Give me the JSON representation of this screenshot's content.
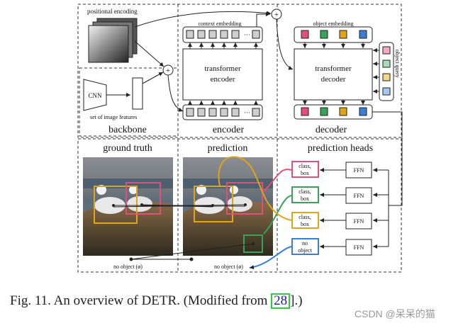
{
  "labels": {
    "positional_encoding": "positional encoding",
    "cnn": "CNN",
    "set_of_image_features": "set of image features",
    "backbone": "backbone",
    "context_embedding": "context embedding",
    "transformer_encoder_line1": "transformer",
    "transformer_encoder_line2": "encoder",
    "encoder": "encoder",
    "object_embedding": "object embedding",
    "transformer_decoder_line1": "transformer",
    "transformer_decoder_line2": "decoder",
    "object_query": "object query",
    "decoder": "decoder",
    "ground_truth": "ground truth",
    "prediction": "prediction",
    "prediction_heads": "prediction heads",
    "ffn": "FFN",
    "class_box_line1": "class,",
    "class_box_line2": "box",
    "no_object_line1": "no",
    "no_object_line2": "object",
    "no_object_gt": "no object (ø)",
    "no_object_pred": "no object (ø)",
    "ellipsis": "···",
    "plus": "+"
  },
  "caption": {
    "prefix": "Fig. 11.   An overview of DETR. (Modified from ",
    "ref": "28",
    "suffix": "].)"
  },
  "watermark": "CSDN @呆呆的猫",
  "colors": {
    "pink": "#e0507a",
    "green": "#3aa35a",
    "orange": "#e0a418",
    "blue": "#3a7fd5",
    "token_gray": "#cfcfcf",
    "dash": "#333333"
  }
}
